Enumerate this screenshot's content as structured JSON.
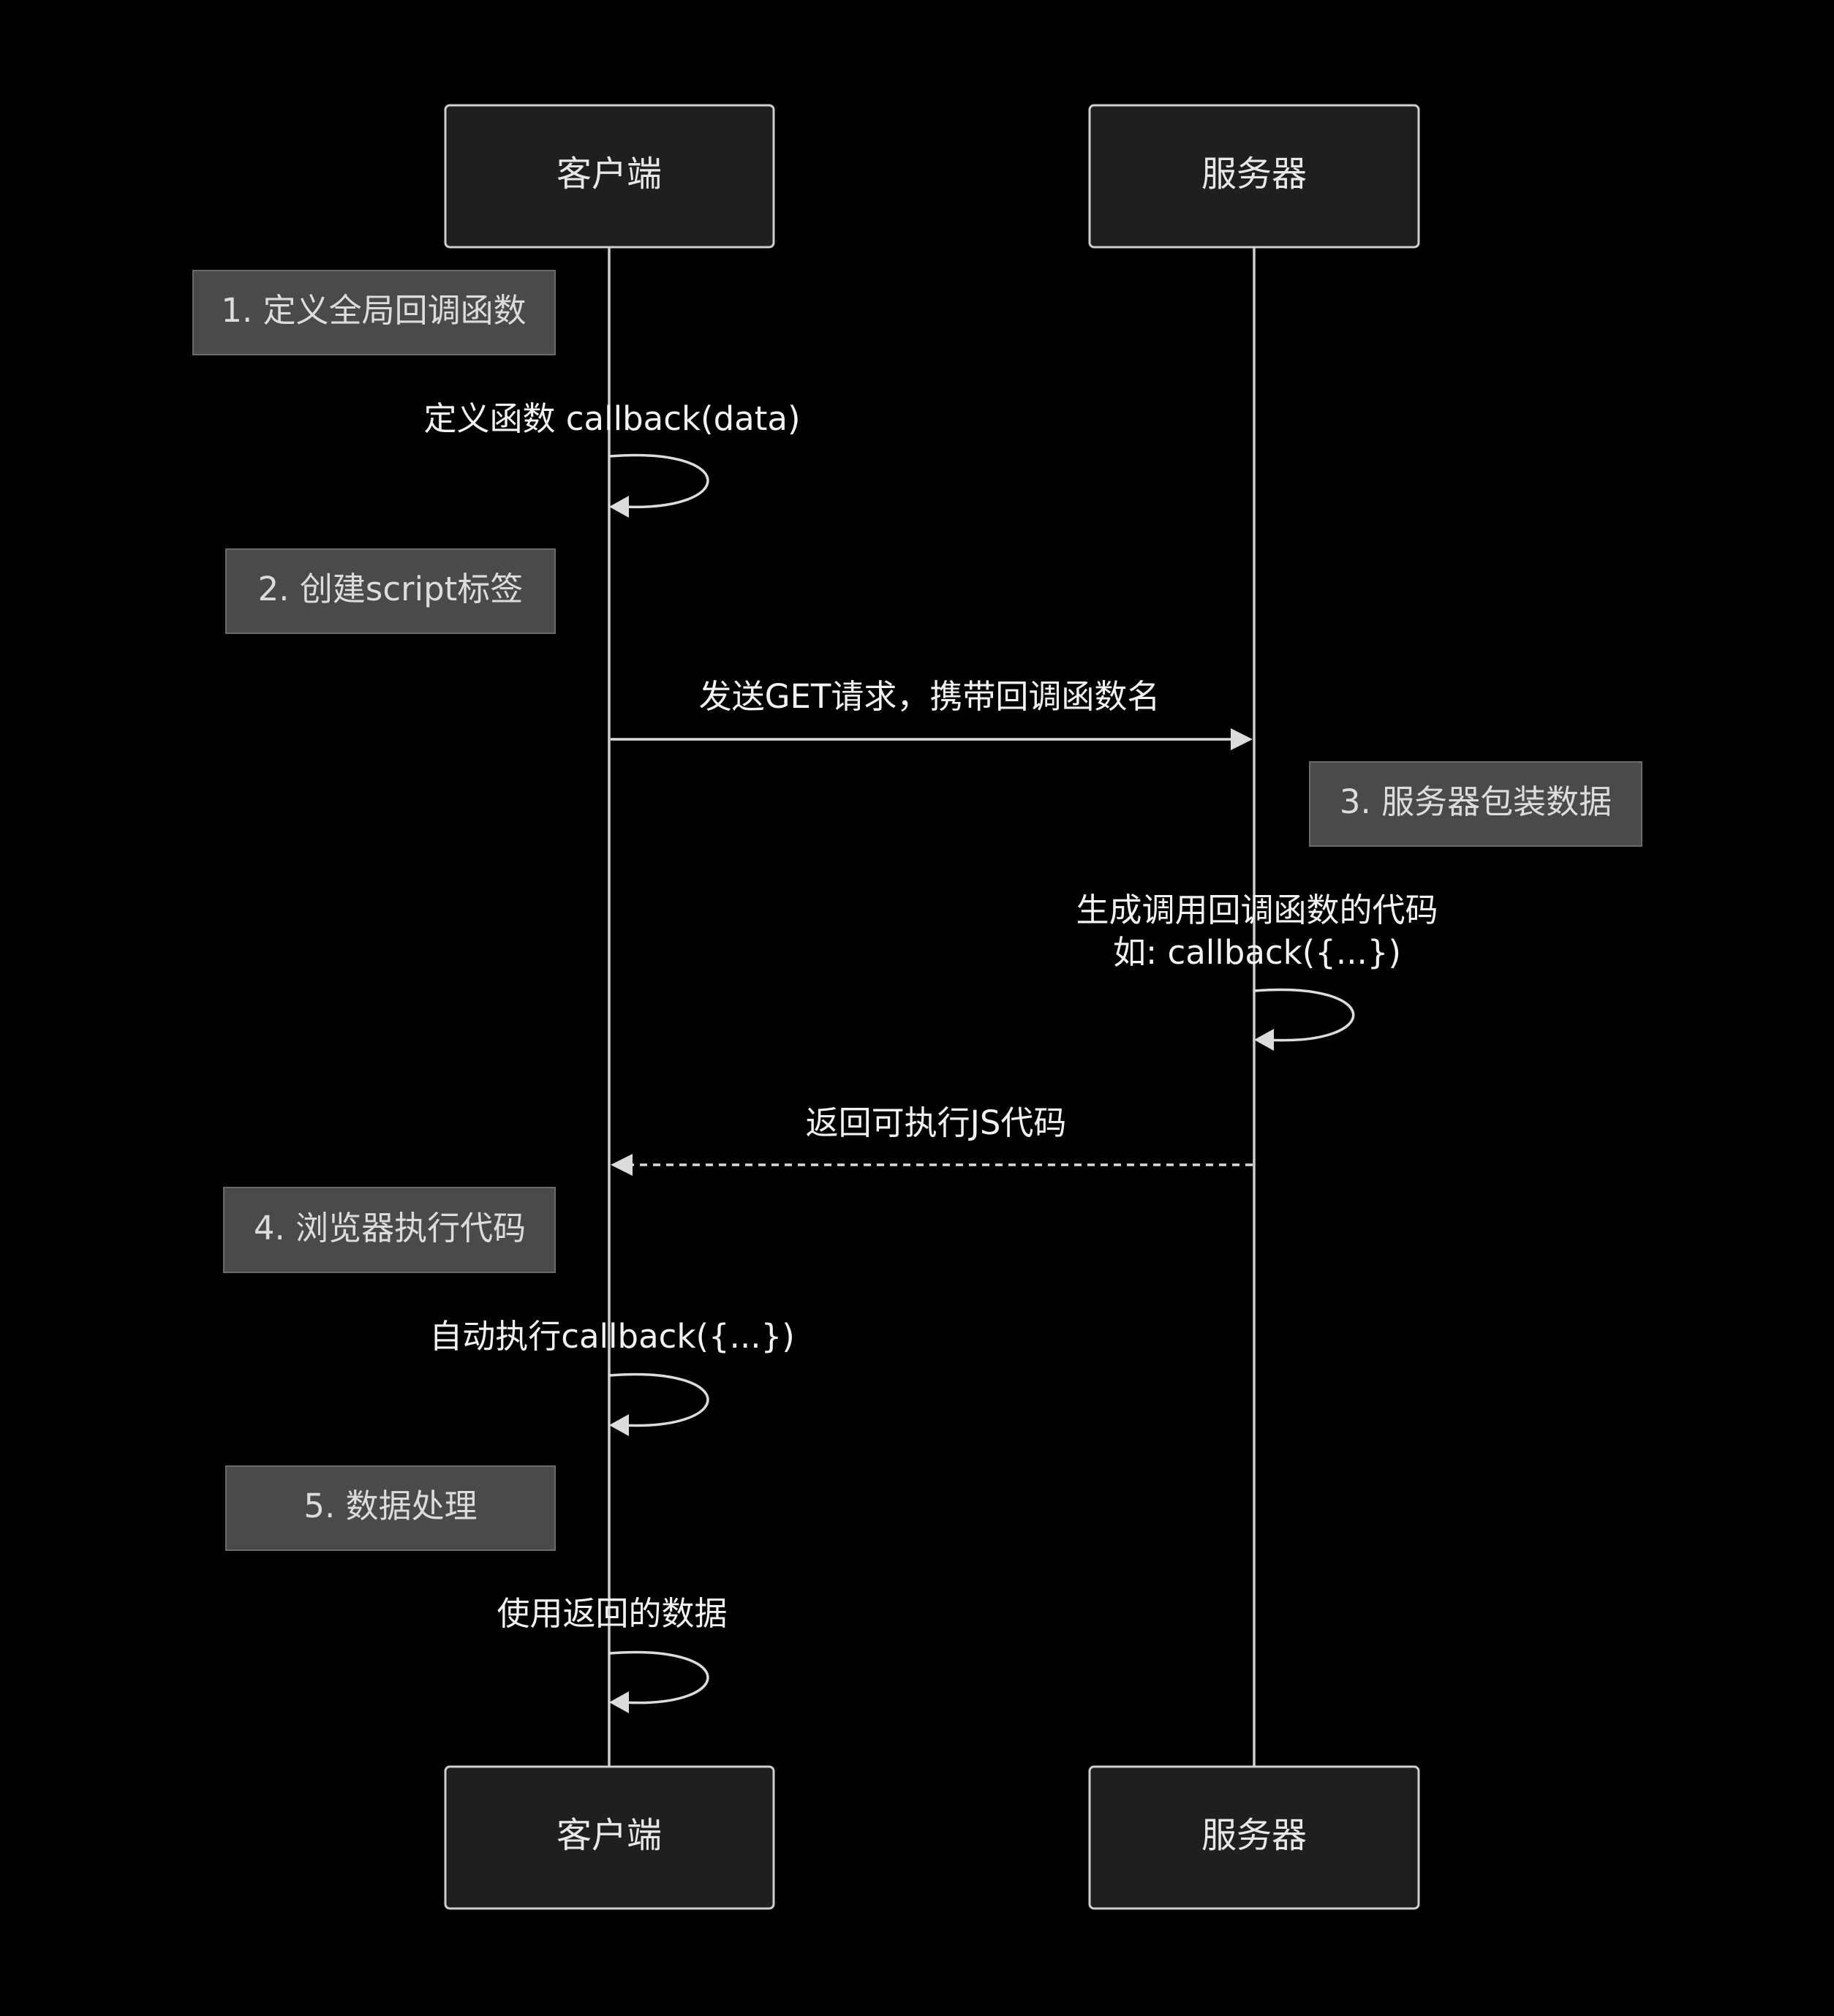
{
  "participants": {
    "client": "客户端",
    "server": "服务器"
  },
  "notes": {
    "n1": "1. 定义全局回调函数",
    "n2": "2. 创建script标签",
    "n3": "3. 服务器包装数据",
    "n4": "4. 浏览器执行代码",
    "n5": "5. 数据处理"
  },
  "messages": {
    "m1": "定义函数 callback(data)",
    "m2": "发送GET请求，携带回调函数名",
    "m3_line1": "生成调用回调函数的代码",
    "m3_line2": "如: callback({...})",
    "m4": "返回可执行JS代码",
    "m5": "自动执行callback({...})",
    "m6": "使用返回的数据"
  }
}
